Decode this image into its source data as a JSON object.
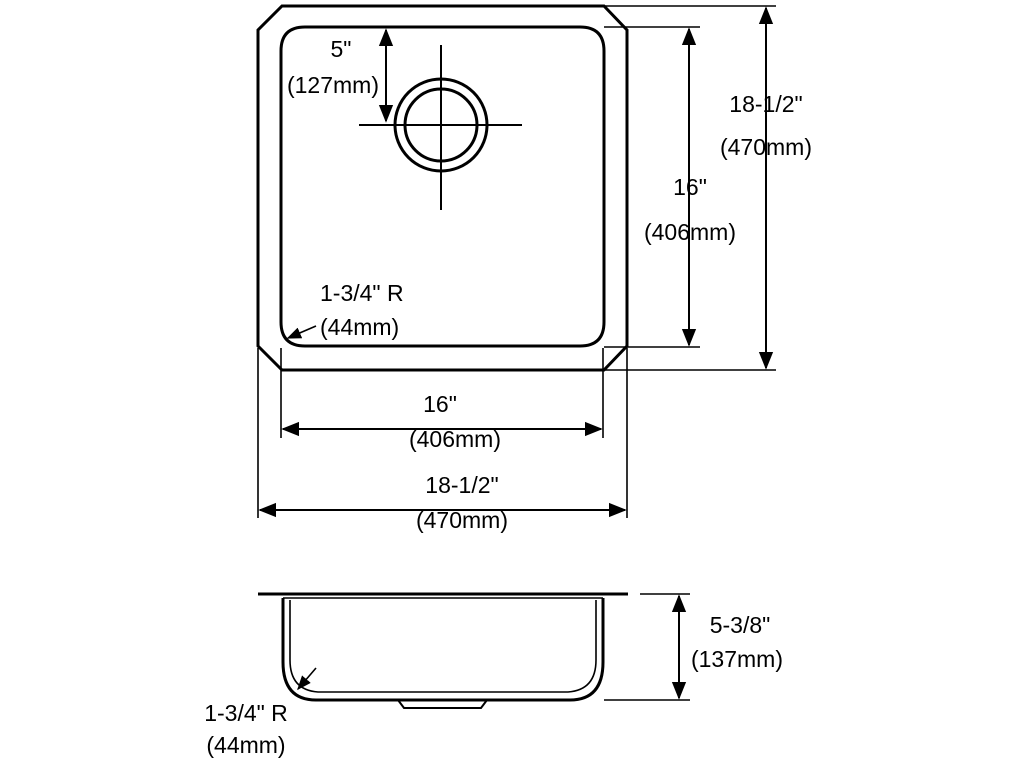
{
  "top_view": {
    "drain_offset": {
      "inch": "5\"",
      "mm": "(127mm)"
    },
    "corner_radius": {
      "inch": "1-3/4\" R",
      "mm": "(44mm)"
    },
    "inner_width": {
      "inch": "16\"",
      "mm": "(406mm)"
    },
    "outer_width": {
      "inch": "18-1/2\"",
      "mm": "(470mm)"
    },
    "inner_height": {
      "inch": "16\"",
      "mm": "(406mm)"
    },
    "outer_height": {
      "inch": "18-1/2\"",
      "mm": "(470mm)"
    }
  },
  "side_view": {
    "depth": {
      "inch": "5-3/8\"",
      "mm": "(137mm)"
    },
    "corner_radius": {
      "inch": "1-3/4\" R",
      "mm": "(44mm)"
    }
  }
}
